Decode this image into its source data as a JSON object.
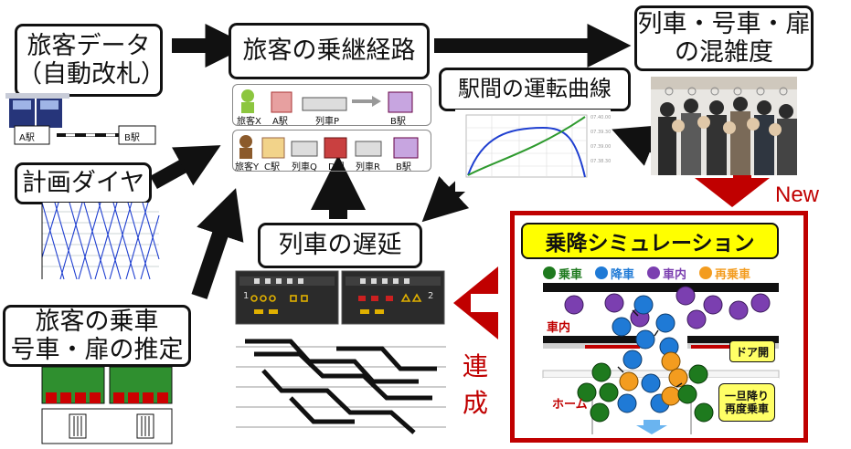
{
  "labels": {
    "passenger_data": "旅客データ",
    "passenger_data_sub": "（自動改札）",
    "route": "旅客の乗継経路",
    "congestion_line1": "列車・号車・扉",
    "congestion_line2": "の混雑度",
    "running_curve": "駅間の運転曲線",
    "timetable": "計画ダイヤ",
    "delay": "列車の遅延",
    "boarding_line1": "旅客の乗車",
    "boarding_line2": "号車・扉の推定",
    "sim_title": "乗降シミュレーション",
    "new": "New",
    "link_1": "連",
    "link_2": "成",
    "station_a": "A駅",
    "station_b": "B駅",
    "door_open": "ドア開",
    "inside_car": "車内",
    "platform": "ホーム",
    "reboard_1": "一旦降り",
    "reboard_2": "再度乗車"
  },
  "route_rows": [
    [
      "旅客X",
      "A駅",
      "列車P",
      "B駅"
    ],
    [
      "旅客Y",
      "C駅",
      "列車Q",
      "D駅",
      "列車R",
      "B駅"
    ]
  ],
  "legend": [
    {
      "label": "乗車",
      "color": "#1e7a1e"
    },
    {
      "label": "降車",
      "color": "#1f7ad6"
    },
    {
      "label": "車内",
      "color": "#7b3fb0"
    },
    {
      "label": "再乗車",
      "color": "#f39c1f"
    }
  ],
  "delay_panel_numbers": [
    "1",
    "2"
  ],
  "colors": {
    "accent_red": "#c00000",
    "sim_title_bg": "#ffff00",
    "arrow": "#111111"
  }
}
